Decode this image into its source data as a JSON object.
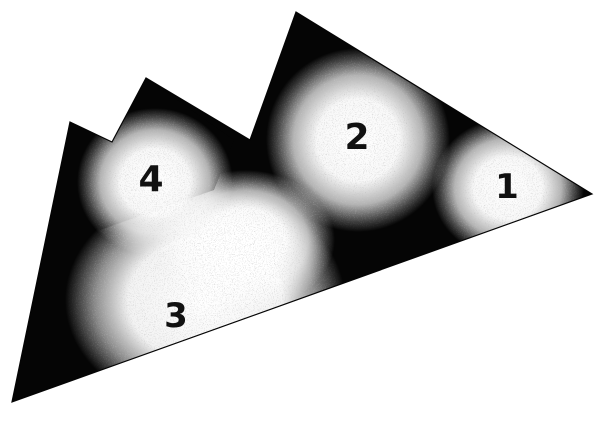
{
  "colors": {
    "background": "#ffffff",
    "shape_fill": "#050505",
    "glow_fill": "#ffffff"
  },
  "regions": [
    {
      "label": "1"
    },
    {
      "label": "2"
    },
    {
      "label": "3"
    },
    {
      "label": "4"
    }
  ]
}
